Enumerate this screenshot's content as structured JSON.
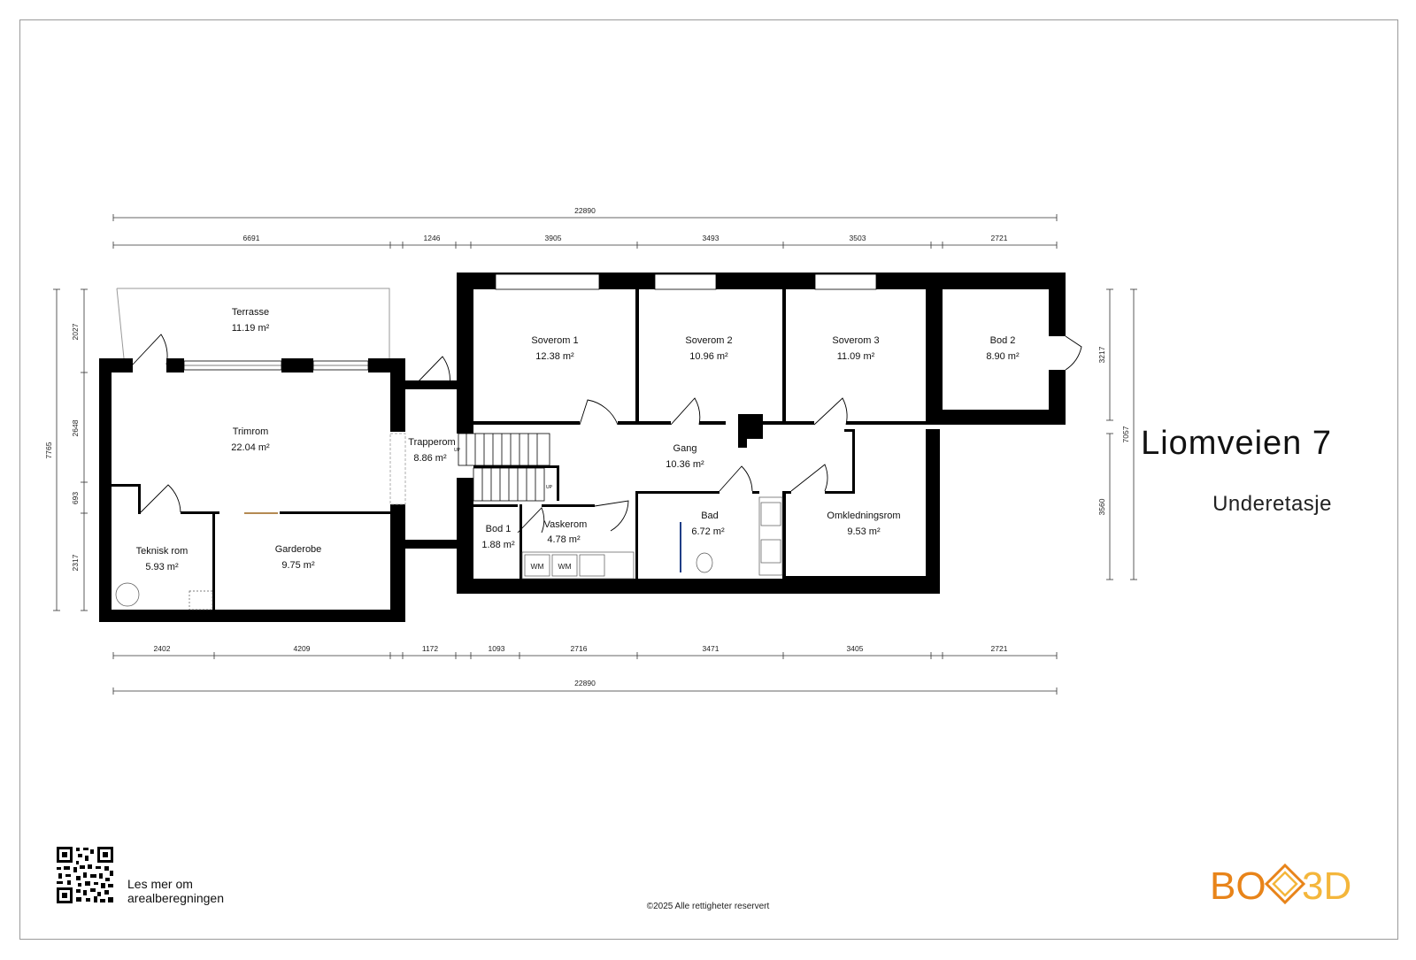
{
  "title": "Liomveien 7",
  "subtitle": "Underetasje",
  "qr": {
    "caption_line1": "Les mer om",
    "caption_line2": "arealberegningen"
  },
  "copyright": "©2025 Alle rettigheter reservert",
  "logo": {
    "part1": "BO",
    "part2": "3D",
    "color1": "#e8841a",
    "color2": "#f4b63b"
  },
  "rooms": {
    "terrasse": {
      "name": "Terrasse",
      "area": "11.19 m²"
    },
    "trimrom": {
      "name": "Trimrom",
      "area": "22.04 m²"
    },
    "teknisk": {
      "name": "Teknisk rom",
      "area": "5.93 m²"
    },
    "garderobe": {
      "name": "Garderobe",
      "area": "9.75 m²"
    },
    "trapperom": {
      "name": "Trapperom",
      "area": "8.86 m²"
    },
    "soverom1": {
      "name": "Soverom 1",
      "area": "12.38 m²"
    },
    "soverom2": {
      "name": "Soverom 2",
      "area": "10.96 m²"
    },
    "soverom3": {
      "name": "Soverom 3",
      "area": "11.09 m²"
    },
    "bod2": {
      "name": "Bod 2",
      "area": "8.90 m²"
    },
    "gang": {
      "name": "Gang",
      "area": "10.36 m²"
    },
    "bod1": {
      "name": "Bod 1",
      "area": "1.88 m²"
    },
    "vaskerom": {
      "name": "Vaskerom",
      "area": "4.78 m²"
    },
    "bad": {
      "name": "Bad",
      "area": "6.72 m²"
    },
    "omkledningsrom": {
      "name": "Omkledningsrom",
      "area": "9.53 m²"
    }
  },
  "fixtures": {
    "wm1": "WM",
    "wm2": "WM",
    "up1": "UP",
    "up2": "UP"
  },
  "dimensions": {
    "top_total": "22890",
    "top": [
      "6691",
      "1246",
      "3905",
      "3493",
      "3503",
      "2721"
    ],
    "bottom": [
      "2402",
      "4209",
      "1172",
      "1093",
      "2716",
      "3471",
      "3405",
      "2721"
    ],
    "bottom_total": "22890",
    "left": [
      "2027",
      "2648",
      "693",
      "2317"
    ],
    "left_total": "7765",
    "right": [
      "3217",
      "3560"
    ],
    "right_total": "7057"
  }
}
